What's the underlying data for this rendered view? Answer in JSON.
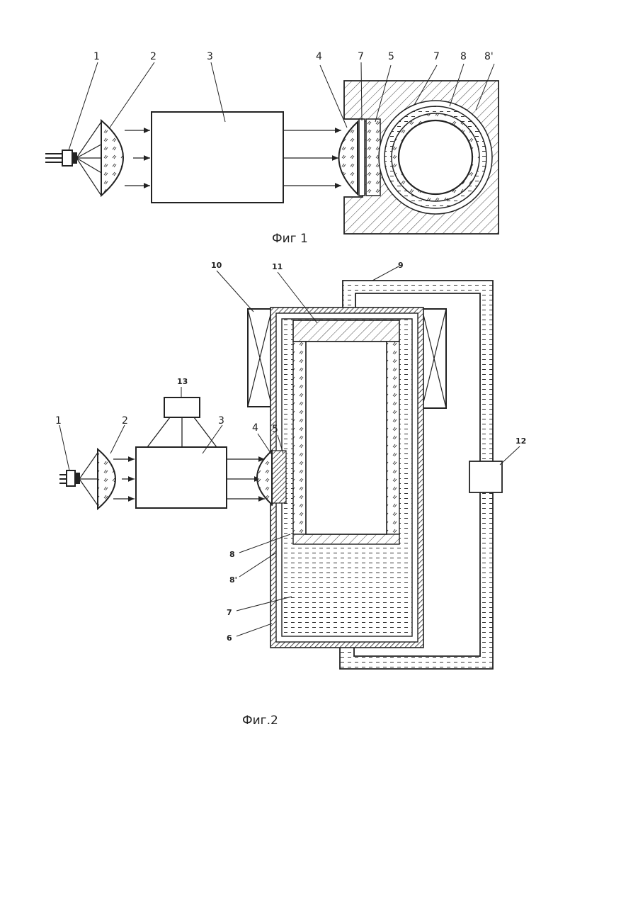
{
  "figures": [
    {
      "caption": "Фиг 1",
      "labels": [
        "1",
        "2",
        "3",
        "4",
        "7",
        "5",
        "7",
        "8",
        "8'"
      ]
    },
    {
      "caption": "Фиг.2",
      "labels": [
        "10",
        "11",
        "9",
        "13",
        "1",
        "2",
        "3",
        "4",
        "5",
        "12",
        "8",
        "8'",
        "7",
        "6"
      ]
    }
  ]
}
